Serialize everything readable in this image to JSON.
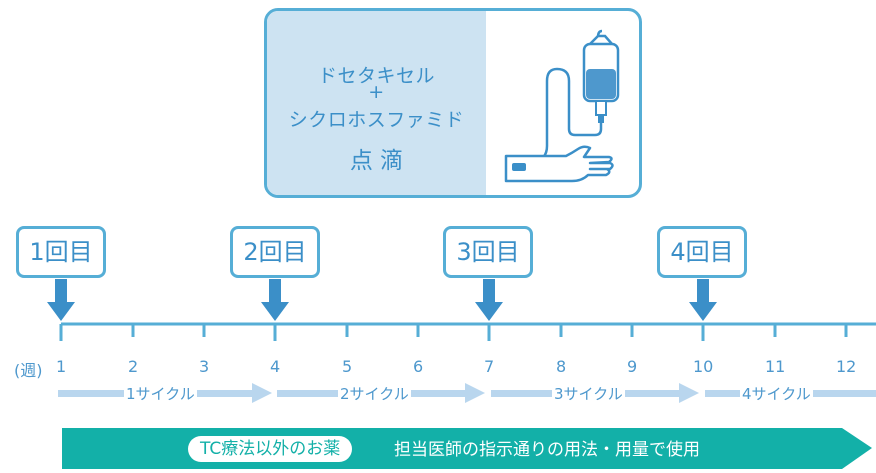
{
  "drug": {
    "line1": "ドセタキセル",
    "plus": "+",
    "line2": "シクロホスファミド",
    "line3": "点 滴",
    "icon": "iv-drip-icon"
  },
  "doses": [
    {
      "label": "1回目",
      "week": 1
    },
    {
      "label": "2回目",
      "week": 4
    },
    {
      "label": "3回目",
      "week": 7
    },
    {
      "label": "4回目",
      "week": 10
    }
  ],
  "timeline": {
    "unit_label": "(週)",
    "weeks": [
      "1",
      "2",
      "3",
      "4",
      "5",
      "6",
      "7",
      "8",
      "9",
      "10",
      "11",
      "12"
    ]
  },
  "cycles": [
    "1サイクル",
    "2サイクル",
    "3サイクル",
    "4サイクル"
  ],
  "banner": {
    "pill": "TC療法以外のお薬",
    "text": "担当医師の指示通りの用法・用量で使用"
  },
  "colors": {
    "accent_blue": "#3b8fc8",
    "light_blue": "#cde3f2",
    "cycle_arrow": "#b9d6ee",
    "teal": "#13b0a8"
  }
}
